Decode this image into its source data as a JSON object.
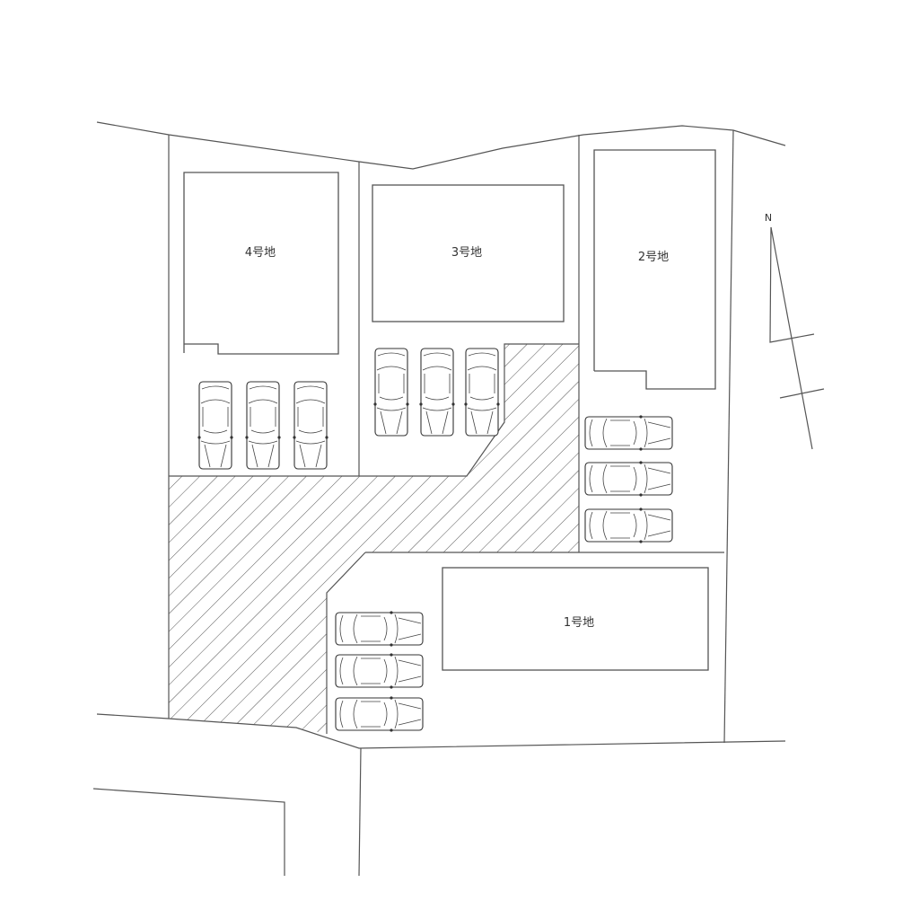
{
  "plan": {
    "lots": [
      {
        "id": "lot-4",
        "label": "4号地",
        "parking_spaces": 3
      },
      {
        "id": "lot-3",
        "label": "3号地",
        "parking_spaces": 3
      },
      {
        "id": "lot-2",
        "label": "2号地",
        "parking_spaces": 3
      },
      {
        "id": "lot-1",
        "label": "1号地",
        "parking_spaces": 3
      }
    ],
    "north_label": "N",
    "colors": {
      "line": "#555555",
      "background": "#ffffff"
    }
  }
}
